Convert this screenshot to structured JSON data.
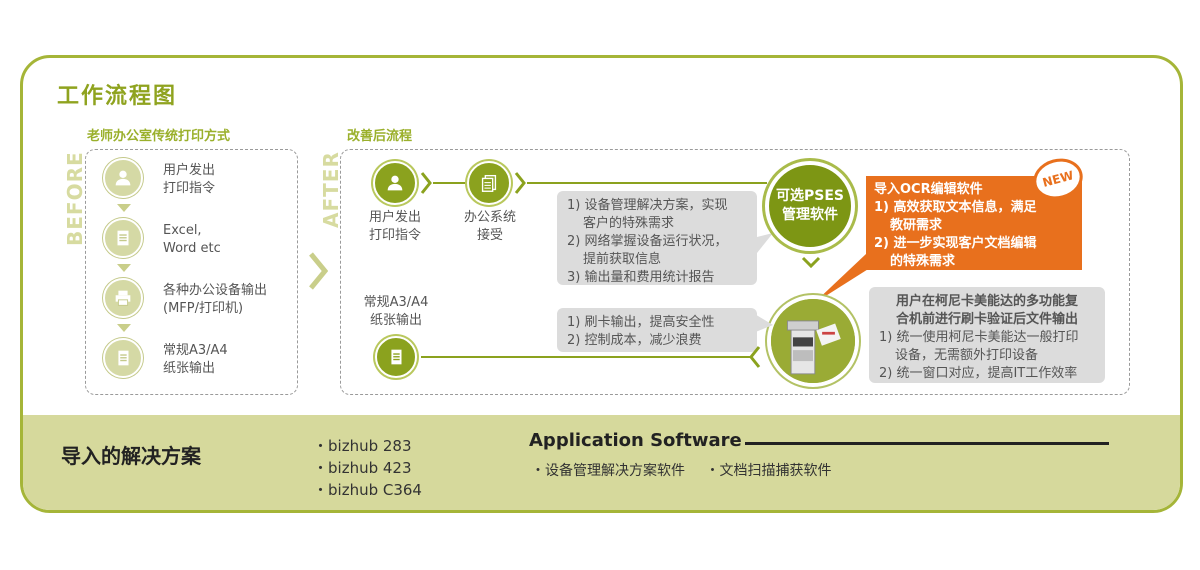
{
  "title": "工作流程图",
  "before": {
    "section_title": "老师办公室传统打印方式",
    "vertical_label": "BEFORE",
    "steps": [
      {
        "icon": "user-icon",
        "line1": "用户发出",
        "line2": "打印指令"
      },
      {
        "icon": "document-icon",
        "line1": "Excel,",
        "line2": "Word etc"
      },
      {
        "icon": "printer-icon",
        "line1": "各种办公设备输出",
        "line2": "(MFP/打印机)"
      },
      {
        "icon": "paper-icon",
        "line1": "常规A3/A4",
        "line2": "纸张输出"
      }
    ]
  },
  "after": {
    "section_title": "改善后流程",
    "vertical_label": "AFTER",
    "step_user": {
      "line1": "用户发出",
      "line2": "打印指令"
    },
    "step_office": {
      "line1": "办公系统",
      "line2": "接受"
    },
    "step_output": {
      "line1": "常规A3/A4",
      "line2": "纸张输出"
    },
    "pses": {
      "line1": "可选PSES",
      "line2": "管理软件"
    },
    "info_box_1": [
      "1) 设备管理解决方案，实现",
      "   客户的特殊需求",
      "2) 网络掌握设备运行状况，",
      "   提前获取信息",
      "3) 输出量和费用统计报告"
    ],
    "info_box_2": [
      "1) 刷卡输出，提高安全性",
      "2) 控制成本，减少浪费"
    ],
    "ocr_box": [
      "导入OCR编辑软件",
      "1) 高效获取文本信息，满足",
      "   教研需求",
      "2) 进一步实现客户文档编辑",
      "   的特殊需求"
    ],
    "new_badge": "NEW",
    "mfp_box": [
      "用户在柯尼卡美能达的多功能复",
      "合机前进行刷卡验证后文件输出",
      "1) 统一使用柯尼卡美能达一般打印",
      "   设备，无需额外打印设备",
      "2) 统一窗口对应，提高IT工作效率"
    ]
  },
  "solutions": {
    "title": "导入的解决方案",
    "models": [
      "・bizhub 283",
      "・bizhub 423",
      "・bizhub C364"
    ],
    "app_title": "Application Software",
    "app_items": [
      "・设备管理解决方案软件",
      "・文档扫描捕获软件"
    ]
  },
  "colors": {
    "accent_green": "#8ba21e",
    "light_green": "#d6d99c",
    "orange": "#e8701d",
    "gray": "#dcdcdc"
  }
}
